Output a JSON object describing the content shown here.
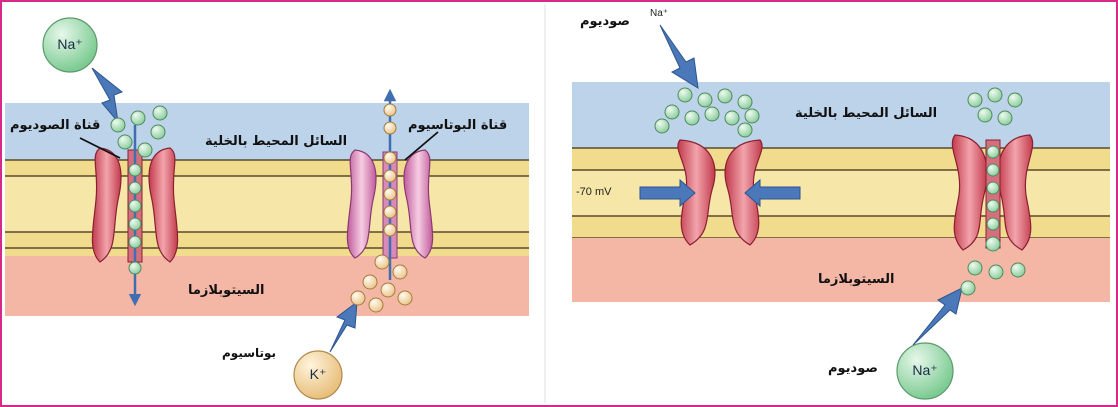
{
  "left_panel": {
    "sodium_channel_label": "قناة الصوديوم",
    "potassium_channel_label": "قناة البوتاسيوم",
    "extracellular_label": "السائل المحيط بالخلية",
    "cytoplasm_label": "السيتوبلازما",
    "potassium_label": "بوتاسيوم",
    "na_ion": "Na⁺",
    "k_ion": "K⁺"
  },
  "right_panel": {
    "sodium_label_top": "صوديوم",
    "sodium_label_bottom": "صوديوم",
    "extracellular_label": "السائل المحيط بالخلية",
    "cytoplasm_label": "السيتوبلازما",
    "na_ion_top": "Na⁺",
    "na_ion_bottom": "Na⁺",
    "voltage": "-70 mV"
  },
  "colors": {
    "border": "#d62a8a",
    "extracellular": "#bcd3ea",
    "membrane_band": "#f1dc8e",
    "membrane_line": "#5a4a2a",
    "cytoplasm": "#f4b7a6",
    "channel_red": "#e05a6a",
    "channel_pink": "#e79cc4",
    "ion_green": "#b8e4c2",
    "ion_orange": "#f5d9a6",
    "arrow_blue": "#4a78b8"
  }
}
